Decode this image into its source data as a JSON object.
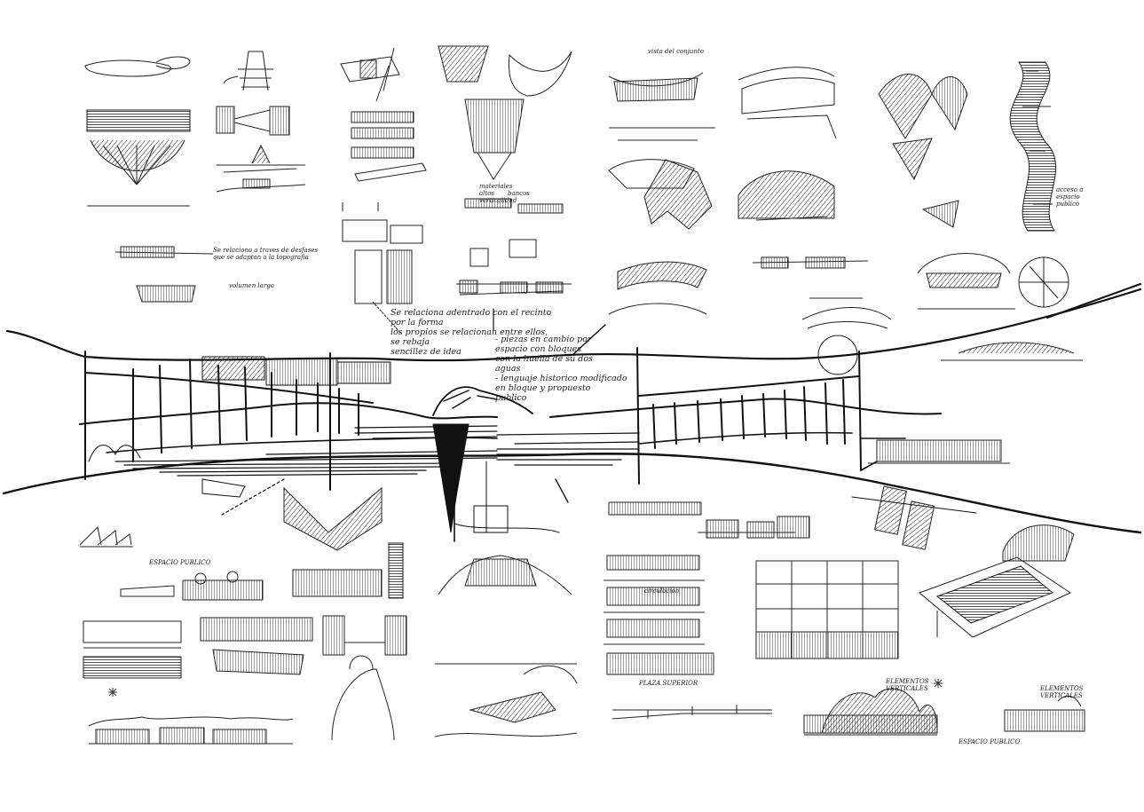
{
  "colors": {
    "ink": "#111111",
    "paper": "#ffffff",
    "hatch": "#333333"
  },
  "notes": {
    "n1": "Se relaciona a traves de desfases\nque se adaptan a la topografia",
    "n2": "volumen largo",
    "n3": "Se relaciona adentrado con el recinto por la forma\nlos propios se relacionan entre ellos, se rebaja\nsencillez de idea",
    "n4": "- piezas en cambio por\n  espacio con bloques\n  con la huella de su dos\n  aguas\n- lenguaje historico modificado\n  en bloque y propuesto\n  publico",
    "n5": "bancos",
    "n6": "materiales\naltos\nverticalidad",
    "n7": "acceso a\nespacio publico",
    "n8": "ESPACIO PUBLICO",
    "n9": "ESPACIO PUBLICO",
    "n10": "ELEMENTOS\nVERTICALES",
    "n11": "ELEMENTOS\nVERTICALES",
    "n12": "vista del conjunto",
    "n13": "circulacion",
    "n14": "PLAZA SUPERIOR"
  }
}
